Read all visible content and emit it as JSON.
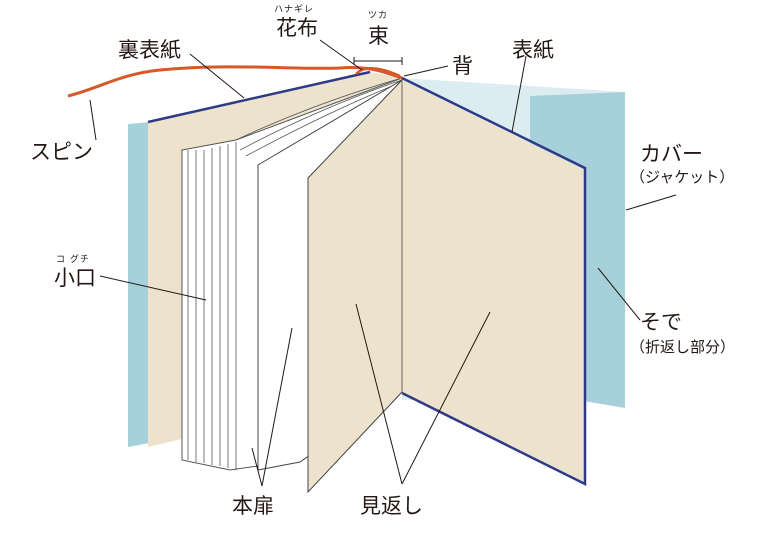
{
  "labels": {
    "hanagire": {
      "text": "花布",
      "ruby": "ハナギレ"
    },
    "tsuka": {
      "text": "束",
      "ruby": "ツカ"
    },
    "se": "背",
    "urabyoushi": "裏表紙",
    "hyoushi": "表紙",
    "spin": "スピン",
    "cover": {
      "text": "カバー",
      "sub": "（ジャケット）"
    },
    "koguchi": {
      "text": "小口",
      "ruby": "コ グチ"
    },
    "sode": {
      "text": "そで",
      "sub": "（折返し部分）"
    },
    "honbira": "本扉",
    "mikaeshi": "見返し"
  },
  "colors": {
    "cover_teal": "#a6d1db",
    "cover_inner": "#dcedf2",
    "endpaper": "#ede3cc",
    "board_edge": "#2e3a87",
    "spin_ribbon": "#d45a2a",
    "page_line": "#3a3a3a"
  }
}
